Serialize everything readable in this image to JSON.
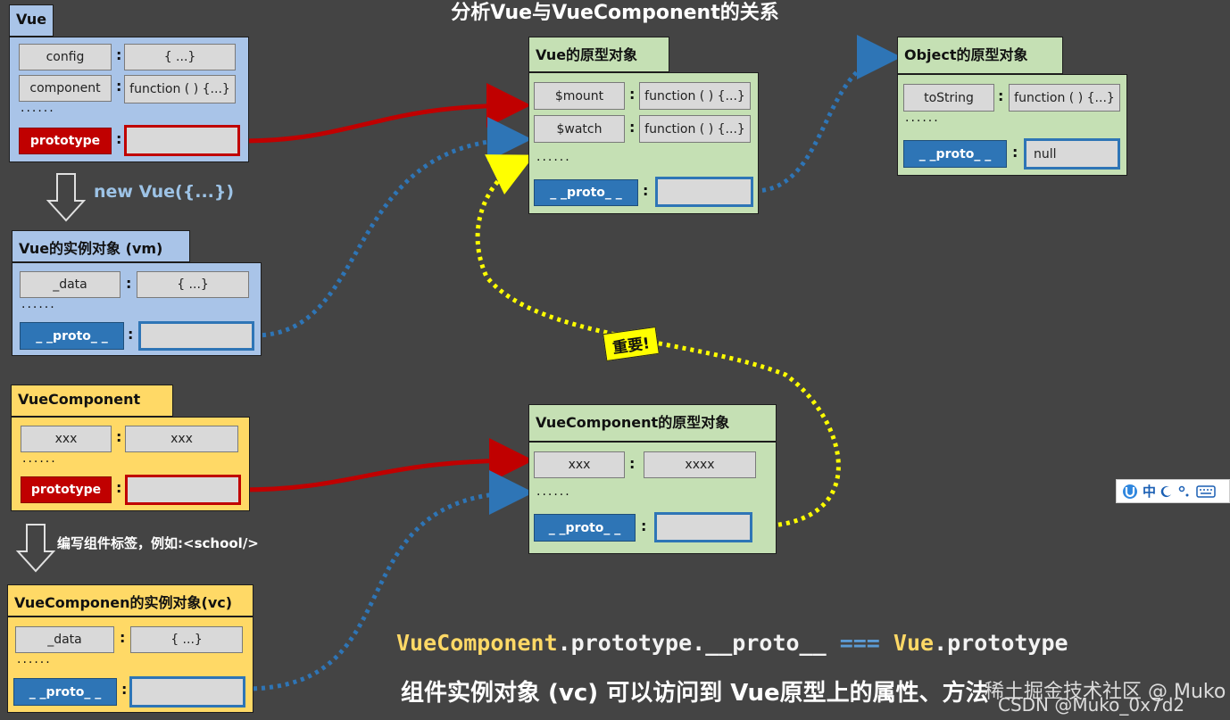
{
  "title": "分析Vue与VueComponent的关系",
  "vue": {
    "tab": "Vue",
    "rows": [
      {
        "key": "config",
        "value": "{ ...}"
      },
      {
        "key": "component",
        "value": "function ( ) {...}"
      }
    ],
    "dots": "······",
    "prototype_key": "prototype"
  },
  "new_vue": "new Vue({...})",
  "vm": {
    "tab": "Vue的实例对象 (vm)",
    "rows": [
      {
        "key": "_data",
        "value": "{ ...}"
      }
    ],
    "dots": "······",
    "proto_key": "_ _proto_ _"
  },
  "vue_proto": {
    "tab": "Vue的原型对象",
    "rows": [
      {
        "key": "$mount",
        "value": "function ( ) {...}"
      },
      {
        "key": "$watch",
        "value": "function ( ) {...}"
      }
    ],
    "dots": "······",
    "proto_key": "_ _proto_ _"
  },
  "object_proto": {
    "tab": "Object的原型对象",
    "rows": [
      {
        "key": "toString",
        "value": "function ( ) {...}"
      }
    ],
    "dots": "······",
    "proto_key": "_ _proto_ _",
    "proto_value": "null"
  },
  "vc_ctor": {
    "tab": "VueComponent",
    "rows": [
      {
        "key": "xxx",
        "value": "xxx"
      }
    ],
    "dots": "······",
    "prototype_key": "prototype"
  },
  "write_tag": "编写组件标签，例如:<school/>",
  "vc": {
    "tab": "VueComponen的实例对象(vc)",
    "rows": [
      {
        "key": "_data",
        "value": "{ ...}"
      }
    ],
    "dots": "······",
    "proto_key": "_ _proto_ _"
  },
  "vc_proto": {
    "tab": "VueComponent的原型对象",
    "rows": [
      {
        "key": "xxx",
        "value": "xxxx"
      }
    ],
    "dots": "······",
    "proto_key": "_ _proto_ _"
  },
  "important": "重要!",
  "colon": ":",
  "formula": {
    "p1": "VueComponent",
    "p2": ".prototype.__proto__",
    "p3": " === ",
    "p4": "Vue",
    "p5": ".prototype"
  },
  "statement": "组件实例对象 (vc) 可以访问到 Vue原型上的属性、方法",
  "watermark_1": "稀土掘金技术社区 @ Muko",
  "watermark_2": "CSDN @Muko_0x7d2",
  "ime": {
    "label": "中",
    "icons": [
      "ime-logo-icon",
      "moon-icon",
      "punctuation-icon",
      "keyboard-icon"
    ]
  },
  "colors": {
    "background": "#444444",
    "vue_blue": "#a9c4e8",
    "component_yellow": "#ffd966",
    "prototype_green": "#c5e0b4",
    "prototype_red": "#c00000",
    "proto_blue": "#2e75b6",
    "important_yellow": "#ffff00"
  }
}
